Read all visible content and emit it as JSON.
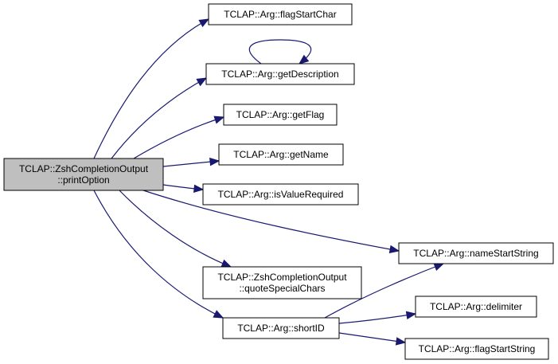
{
  "diagram": {
    "edge_color": "#191970",
    "root_fill": "#bfbfbf",
    "nodes": [
      {
        "id": "root",
        "lines": [
          "TCLAP::ZshCompletionOutput",
          "::printOption"
        ]
      },
      {
        "id": "flagStartChar",
        "lines": [
          "TCLAP::Arg::flagStartChar"
        ]
      },
      {
        "id": "getDescription",
        "lines": [
          "TCLAP::Arg::getDescription"
        ]
      },
      {
        "id": "getFlag",
        "lines": [
          "TCLAP::Arg::getFlag"
        ]
      },
      {
        "id": "getName",
        "lines": [
          "TCLAP::Arg::getName"
        ]
      },
      {
        "id": "isValueRequired",
        "lines": [
          "TCLAP::Arg::isValueRequired"
        ]
      },
      {
        "id": "nameStartString",
        "lines": [
          "TCLAP::Arg::nameStartString"
        ]
      },
      {
        "id": "quoteSpecialChars",
        "lines": [
          "TCLAP::ZshCompletionOutput",
          "::quoteSpecialChars"
        ]
      },
      {
        "id": "shortID",
        "lines": [
          "TCLAP::Arg::shortID"
        ]
      },
      {
        "id": "delimiter",
        "lines": [
          "TCLAP::Arg::delimiter"
        ]
      },
      {
        "id": "flagStartString",
        "lines": [
          "TCLAP::Arg::flagStartString"
        ]
      }
    ],
    "edges": [
      {
        "from": "root",
        "to": "flagStartChar"
      },
      {
        "from": "root",
        "to": "getDescription"
      },
      {
        "from": "getDescription",
        "to": "getDescription"
      },
      {
        "from": "root",
        "to": "getFlag"
      },
      {
        "from": "root",
        "to": "getName"
      },
      {
        "from": "root",
        "to": "isValueRequired"
      },
      {
        "from": "root",
        "to": "nameStartString"
      },
      {
        "from": "root",
        "to": "quoteSpecialChars"
      },
      {
        "from": "root",
        "to": "shortID"
      },
      {
        "from": "shortID",
        "to": "nameStartString"
      },
      {
        "from": "shortID",
        "to": "delimiter"
      },
      {
        "from": "shortID",
        "to": "flagStartString"
      }
    ]
  }
}
